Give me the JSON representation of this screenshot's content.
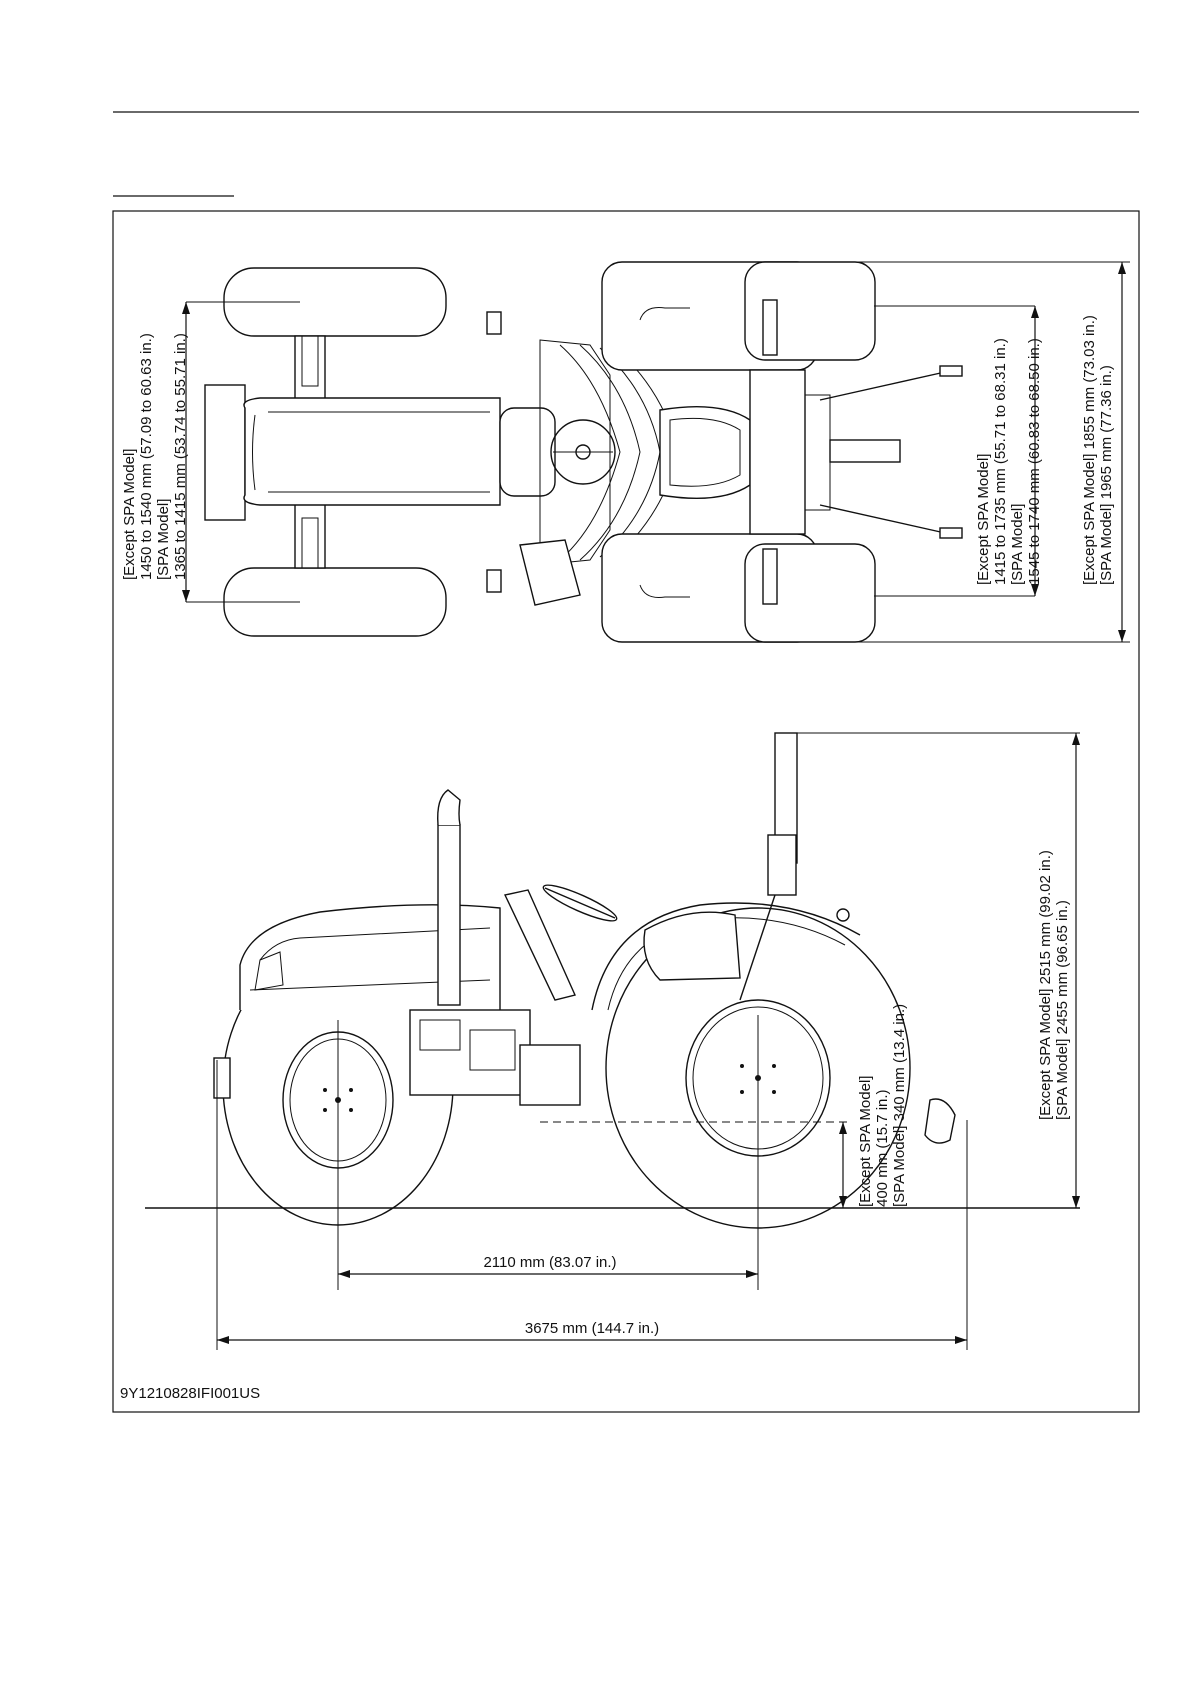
{
  "figure_code": "9Y1210828IFI001US",
  "dimensions": {
    "front_tread": {
      "line1": "[Except SPA Model]",
      "line2": "1450 to 1540 mm (57.09 to 60.63 in.)",
      "line3": "[SPA Model]",
      "line4": "1365 to 1415 mm (53.74 to 55.71 in.)"
    },
    "rear_tread": {
      "line1": "[Except SPA Model]",
      "line2": "1415 to 1735 mm (55.71 to 68.31 in.)",
      "line3": "[SPA Model]",
      "line4": "1545 to 1740 mm (60.83 to 68.50 in.)"
    },
    "overall_width": {
      "line1": "[Except SPA Model] 1855 mm (73.03 in.)",
      "line2": "[SPA Model] 1965 mm (77.36 in.)"
    },
    "overall_height": {
      "line1": "[Except SPA Model] 2515 mm (99.02 in.)",
      "line2": "[SPA Model] 2455 mm (96.65 in.)"
    },
    "ground_clearance": {
      "line1": "[Except SPA Model]",
      "line2": "400 mm (15.7 in.)",
      "line3": "[SPA Model] 340 mm (13.4 in.)"
    },
    "wheelbase": "2110 mm (83.07 in.)",
    "overall_length": "3675 mm (144.7 in.)"
  }
}
